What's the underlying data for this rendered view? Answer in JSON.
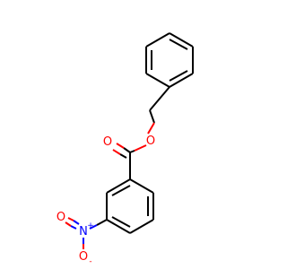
{
  "molecule": {
    "atom_labels": {
      "ester_carbonyl_oxygen": "O",
      "ester_ether_oxygen": "O",
      "nitro_nitrogen": "N",
      "nitro_nitrogen_charge": "+",
      "nitro_oxygen_double": "O",
      "nitro_oxygen_single": "O",
      "nitro_oxygen_single_charge": "-"
    },
    "colors": {
      "carbon_bond": "#000000",
      "oxygen": "#ff0000",
      "nitrogen": "#0000ff",
      "background": "#ffffff"
    }
  }
}
